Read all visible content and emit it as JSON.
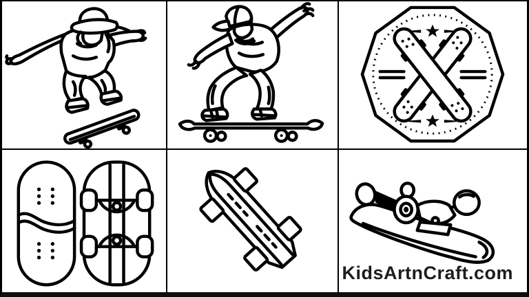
{
  "page": {
    "background_color": "#ffffff",
    "ink_color": "#000000",
    "frame_color": "#000000",
    "grid": {
      "rows": 2,
      "cols": 3
    }
  },
  "watermark": {
    "text": "KidsArtnCraft.com",
    "color": "#1d1d1d"
  },
  "panels": [
    {
      "id": "skater-jump-trick",
      "label": "Skater in bucket hat doing an ollie jump above a tilted skateboard"
    },
    {
      "id": "skater-crouch-ride",
      "label": "Skater in cap crouching on a skateboard with one arm raised"
    },
    {
      "id": "crossed-boards-badge",
      "label": "Decagon badge with two crossed penny boards, stars and dotted ring"
    },
    {
      "id": "deck-top-and-underside",
      "label": "Two fingerboard decks: grip-tape top view and trucks underside view"
    },
    {
      "id": "diagonal-longboard",
      "label": "Striped longboard with four wheels viewed from above at an angle"
    },
    {
      "id": "skateboard-perspective",
      "label": "Skateboard underside in perspective showing trucks and wheels"
    }
  ]
}
